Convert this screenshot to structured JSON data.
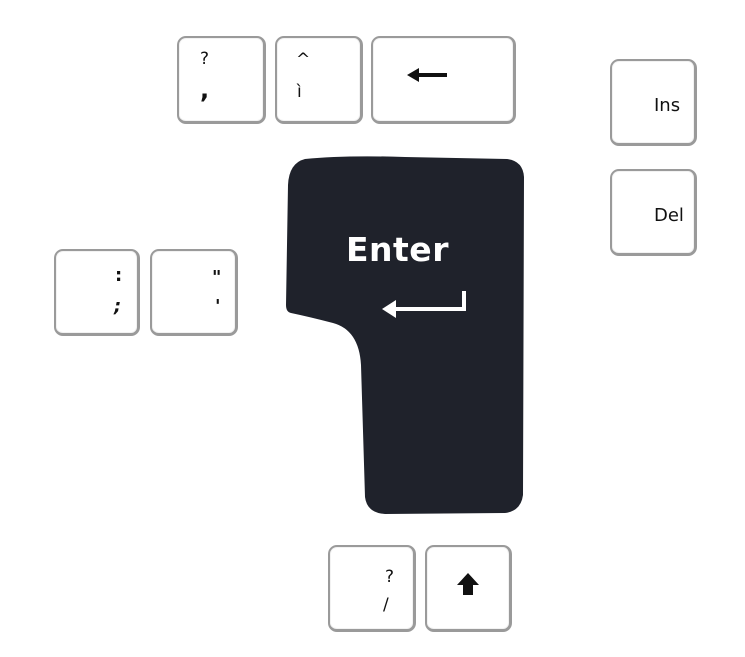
{
  "keys": {
    "comma": {
      "top": "?",
      "bottom": ","
    },
    "igrave": {
      "top": "^",
      "bottom": "ì"
    },
    "backspace": {
      "icon": "left-arrow-icon",
      "glyph": "←"
    },
    "ins": {
      "label": "Ins"
    },
    "del": {
      "label": "Del"
    },
    "semicolon": {
      "top": ":",
      "bottom": ";"
    },
    "quote": {
      "top": "\"",
      "bottom": "'"
    },
    "enter": {
      "label": "Enter",
      "icon": "return-arrow-icon",
      "color": "#1f222b"
    },
    "slash": {
      "top": "?",
      "bottom": "/"
    },
    "shift": {
      "icon": "up-arrow-icon",
      "glyph": "⬆"
    }
  },
  "colors": {
    "background": "#ffffff",
    "key_face": "#ffffff",
    "key_border": "#9a9a9a",
    "enter_key": "#1f222b",
    "legend": "#111111"
  }
}
